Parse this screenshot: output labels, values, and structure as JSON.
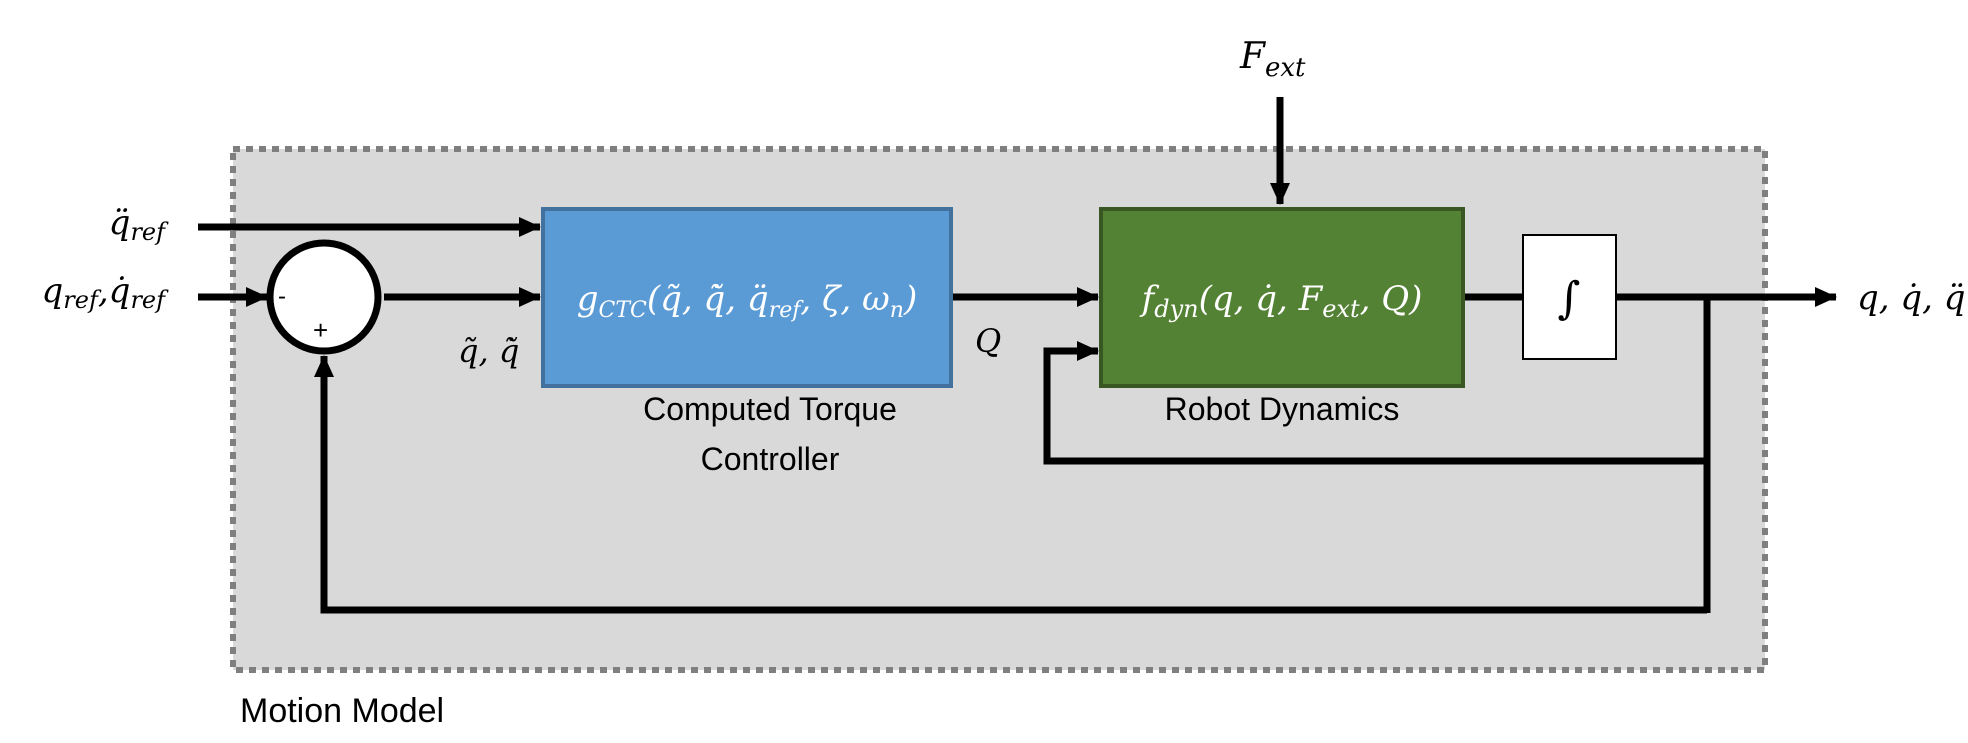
{
  "container": {
    "label": "Motion Model",
    "fill": "#D9D9D9",
    "border": "#7F7F7F"
  },
  "inputs": {
    "qddot_ref": "q̈",
    "qddot_ref_sub": "ref",
    "q_ref": "q",
    "q_ref_sub": "ref",
    "qdot_ref": "q̇",
    "qdot_ref_sub": "ref",
    "comma": ","
  },
  "summer": {
    "minus": "-",
    "plus": "+"
  },
  "error_label": "q̃, q̃̇",
  "controller": {
    "fn": "g",
    "fn_sub": "CTC",
    "args_open": "(",
    "arg1": "q̃, q̃̇, q̈",
    "arg1_sub": "ref",
    "arg2": ", ζ, ω",
    "arg2_sub": "n",
    "args_close": ")",
    "caption_line1": "Computed Torque",
    "caption_line2": "Controller",
    "fill": "#5B9BD5",
    "border": "#41719C"
  },
  "torque_label": "Q",
  "external_force": {
    "symbol": "F",
    "sub": "ext"
  },
  "dynamics": {
    "fn": "f",
    "fn_sub": "dyn",
    "args_open": "(q, q̇, F",
    "args_sub": "ext",
    "args_close": ", Q)",
    "caption": "Robot Dynamics",
    "fill": "#548235",
    "border": "#385723"
  },
  "integrator": {
    "symbol": "∫"
  },
  "output_label": "q, q̇, q̈"
}
